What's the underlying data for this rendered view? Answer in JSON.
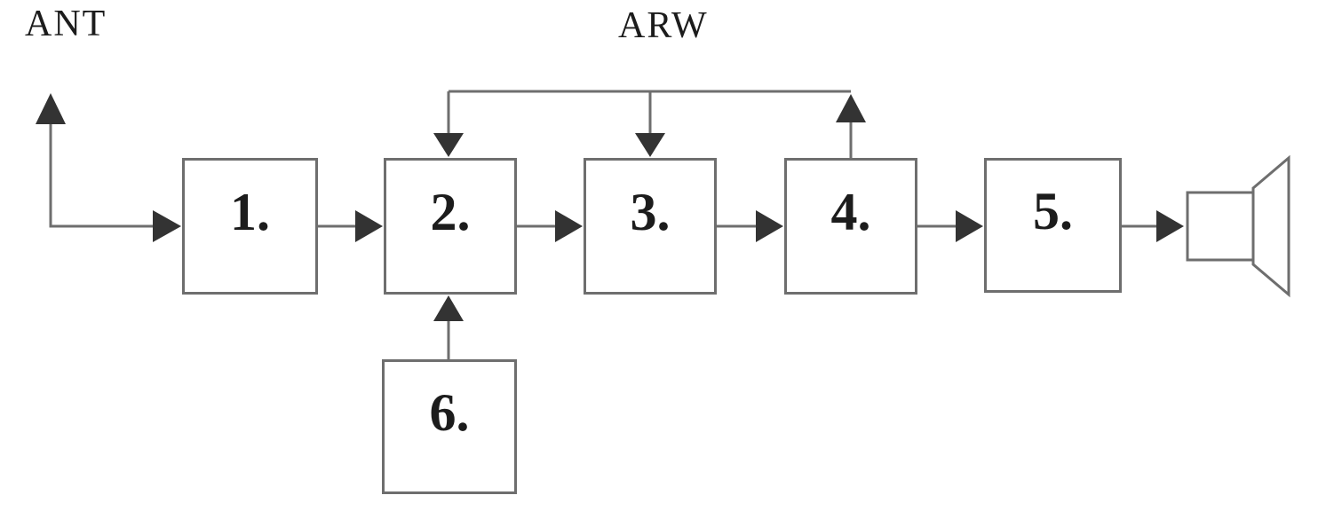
{
  "labels": {
    "antenna": "ANT",
    "agc": "ARW"
  },
  "blocks": [
    {
      "id": "block-1",
      "label": "1."
    },
    {
      "id": "block-2",
      "label": "2."
    },
    {
      "id": "block-3",
      "label": "3."
    },
    {
      "id": "block-4",
      "label": "4."
    },
    {
      "id": "block-5",
      "label": "5."
    },
    {
      "id": "block-6",
      "label": "6."
    }
  ],
  "icons": {
    "output": "loudspeaker-icon",
    "antenna": "antenna-up-arrow-icon"
  },
  "connections": [
    {
      "from": "antenna",
      "to": "block-1",
      "type": "signal"
    },
    {
      "from": "block-1",
      "to": "block-2",
      "type": "signal"
    },
    {
      "from": "block-2",
      "to": "block-3",
      "type": "signal"
    },
    {
      "from": "block-3",
      "to": "block-4",
      "type": "signal"
    },
    {
      "from": "block-4",
      "to": "block-5",
      "type": "signal"
    },
    {
      "from": "block-5",
      "to": "loudspeaker",
      "type": "signal"
    },
    {
      "from": "block-6",
      "to": "block-2",
      "type": "signal"
    },
    {
      "from": "block-4",
      "to": "block-2",
      "type": "arw-feedback"
    },
    {
      "from": "block-4",
      "to": "block-3",
      "type": "arw-feedback"
    }
  ],
  "colors": {
    "line": "#6e6e6e",
    "arrowhead": "#333333",
    "text": "#1c1c1c",
    "background": "#ffffff"
  }
}
